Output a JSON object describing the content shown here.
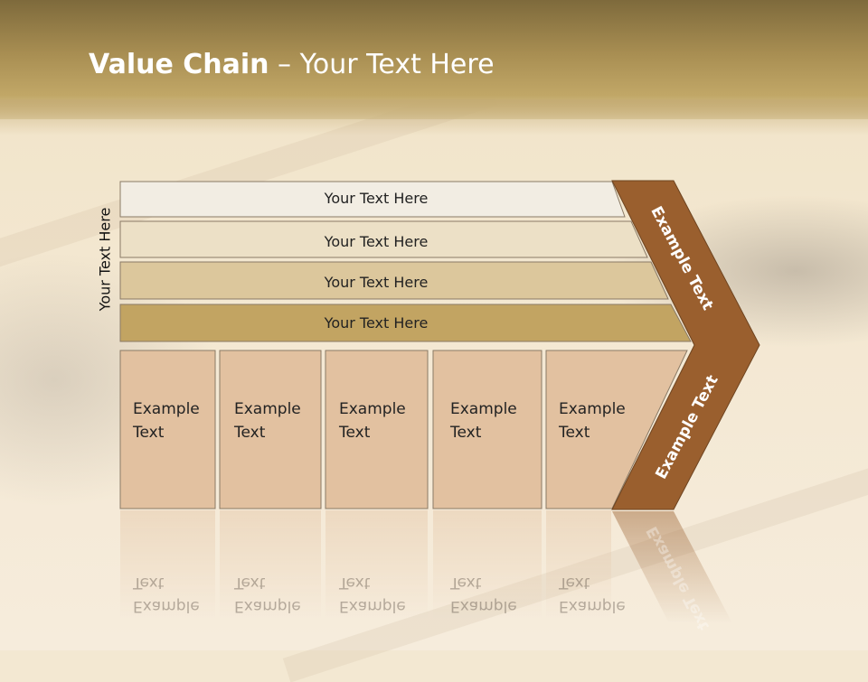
{
  "slide": {
    "title_bold": "Value Chain",
    "title_rest": " – Your Text Here",
    "side_label": "Your Text Here"
  },
  "bars": [
    {
      "label": "Your Text Here",
      "fill": "#f2ede3"
    },
    {
      "label": "Your Text Here",
      "fill": "#ece0c6"
    },
    {
      "label": "Your Text Here",
      "fill": "#dcc79c"
    },
    {
      "label": "Your Text Here",
      "fill": "#c2a462"
    }
  ],
  "boxes": [
    {
      "line1": "Example",
      "line2": "Text"
    },
    {
      "line1": "Example",
      "line2": "Text"
    },
    {
      "line1": "Example",
      "line2": "Text"
    },
    {
      "line1": "Example",
      "line2": "Text"
    },
    {
      "line1": "Example",
      "line2": "Text"
    }
  ],
  "chevron": {
    "upper_label": "Example Text",
    "lower_label": "Example Text",
    "fill": "#9a5f2e"
  },
  "colors": {
    "box_fill": "#e2c1a0",
    "box_stroke": "#8a7a66",
    "header": "#a88e52"
  }
}
